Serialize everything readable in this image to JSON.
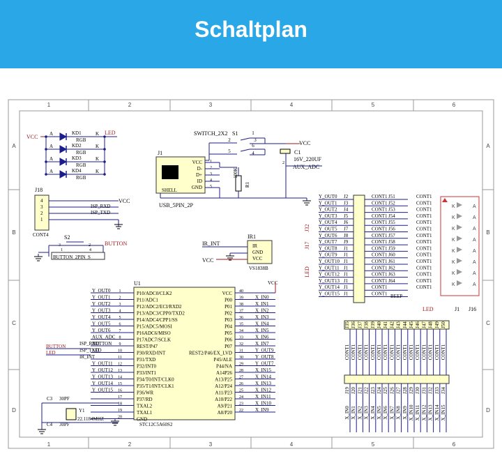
{
  "title": "Schaltplan",
  "colors": {
    "banner": "#2aa7e6",
    "wire": "#1c1c8c",
    "red": "#a21a1a",
    "border": "#999999"
  },
  "frame": {
    "cols": [
      "1",
      "2",
      "3",
      "4",
      "5",
      "6"
    ],
    "rows": [
      "A",
      "B",
      "C",
      "D"
    ]
  },
  "leds": {
    "vcc": "VCC",
    "net": "LED",
    "diodes": [
      {
        "ref": "KD1",
        "color": "RGB"
      },
      {
        "ref": "KD2",
        "color": "RGB"
      },
      {
        "ref": "KD3",
        "color": "RGB"
      },
      {
        "ref": "KD4",
        "color": "RGB"
      }
    ],
    "anode": "A",
    "cathode": "K"
  },
  "switch": {
    "name": "SWITCH_2X2",
    "ref": "S1",
    "pins": [
      "1",
      "2",
      "3",
      "4",
      "5",
      "6"
    ]
  },
  "usb": {
    "ref": "J1",
    "pins": [
      "VCC",
      "D-",
      "D+",
      "ID",
      "GND"
    ],
    "nums": [
      "1",
      "2",
      "3",
      "4",
      "5"
    ],
    "shell": "SHELL",
    "name": "USB_5PIN_2P",
    "vcc": "VCC"
  },
  "cap": {
    "ref": "C1",
    "value": "16V_220UF",
    "net": "AUX_ADC",
    "pins": [
      "1",
      "2"
    ]
  },
  "res": {
    "ref": "R1",
    "value": "100K",
    "pins": [
      "1",
      "2"
    ]
  },
  "j18": {
    "ref": "J18",
    "name": "CONT4",
    "pins": [
      "4",
      "3",
      "2",
      "1"
    ],
    "nets": [
      "VCC",
      "ISP_RXD",
      "ISP_TXD"
    ]
  },
  "button": {
    "ref": "S2",
    "name": "BUTTON_2PIN_S",
    "net": "BUTTON",
    "pins": [
      "3",
      "1",
      "2",
      "4"
    ]
  },
  "ir": {
    "ref": "IR1",
    "pins": [
      "IR",
      "GND",
      "VCC"
    ],
    "name": "VS1838B",
    "net": "IR_INT",
    "vcc": "VCC"
  },
  "mcu": {
    "ref": "U1",
    "name": "STC12C5A60S2",
    "vcc": "VCC",
    "left_nets": [
      "Y_OUT0",
      "Y_OUT1",
      "Y_OUT2",
      "Y_OUT3",
      "Y_OUT4",
      "Y_OUT5",
      "Y_OUT6",
      "AUX_ADC",
      "BUTTON",
      "LED",
      "",
      "Y_OUT11",
      "Y_OUT12",
      "Y_OUT13",
      "Y_OUT14",
      "Y_OUT15",
      "",
      "",
      ""
    ],
    "left_nets2": [
      "",
      "",
      "",
      "",
      "",
      "",
      "",
      "",
      "ISP_RXD",
      "ISP_TXD",
      "IR_INT",
      "",
      "",
      "",
      "",
      "",
      "",
      "",
      ""
    ],
    "left_nums": [
      "1",
      "2",
      "3",
      "4",
      "5",
      "6",
      "7",
      "8",
      "9",
      "10",
      "11",
      "12",
      "13",
      "14",
      "15",
      "16",
      "17",
      "18",
      "19",
      "20"
    ],
    "left_pins": [
      "P10/ADC0/CLK2",
      "P11/ADC1",
      "P12/ADC2/ECI/RXD2",
      "P13/ADC3/CPP0/TXD2",
      "P14/ADC4/CPP1/SS",
      "P15/ADC5/MOSI",
      "P16ADC6/MISO",
      "P17ADC7/SCLK",
      "REST/P47",
      "P30/RXD/INT",
      "P31/TXD",
      "P32/INT0",
      "P33/INT1",
      "P34/T0/INT/CLK0",
      "P35/T1/INT/CLK1",
      "P36/WR",
      "P37/RD",
      "TXAL2",
      "TXAL1",
      "GND"
    ],
    "right_pins": [
      "VCC",
      "P00",
      "P01",
      "P02",
      "P03",
      "P04",
      "P05",
      "P06",
      "P07",
      "REST2/P46/EX_LVD",
      "P45/ALE",
      "P44/NA",
      "A14P26",
      "A13/P25",
      "A12/P24",
      "A11/P23",
      "A10/P22",
      "A9/P21",
      "A8/P20"
    ],
    "right_nums": [
      "40",
      "39",
      "38",
      "37",
      "36",
      "35",
      "34",
      "33",
      "32",
      "31",
      "30",
      "29",
      "28",
      "27",
      "26",
      "25",
      "24",
      "23",
      "22",
      "21"
    ],
    "right_nets": [
      "X_IN0",
      "X_IN1",
      "X_IN2",
      "X_IN3",
      "X_IN4",
      "X_IN5",
      "X_IN6",
      "X_IN7",
      "Y_OUT9",
      "Y_OUT8",
      "Y_OUT7",
      "X_IN15",
      "X_IN14",
      "X_IN13",
      "X_IN12",
      "X_IN11",
      "X_IN10",
      "X_IN9",
      "X_IN8"
    ]
  },
  "crystal": {
    "ref": "Y1",
    "value": "22.1184MHZ",
    "c3": "C3",
    "c4": "C4",
    "cval": "30PF"
  },
  "yout": {
    "nets": [
      "Y_OUT0",
      "Y_OUT1",
      "Y_OUT2",
      "Y_OUT3",
      "Y_OUT4",
      "Y_OUT5",
      "Y_OUT6",
      "Y_OUT7",
      "Y_OUT8",
      "Y_OUT9",
      "Y_OUT10",
      "Y_OUT11",
      "Y_OUT12",
      "Y_OUT13",
      "Y_OUT14",
      "Y_OUT15"
    ],
    "jref": [
      "J2",
      "J3",
      "J4",
      "J5",
      "J6",
      "J7",
      "J8",
      "J9",
      "J1",
      "J1",
      "J1",
      "J1",
      "J1",
      "J1",
      "J1",
      "J1"
    ],
    "cont": [
      "CONT1",
      "CONT1",
      "CONT1",
      "CONT1",
      "CONT1",
      "CONT1",
      "CONT1",
      "CONT1",
      "CONT1",
      "CONT1",
      "CONT1",
      "CONT1",
      "CONT1",
      "CONT1",
      "CONT1",
      "CONT1"
    ],
    "jright": [
      "J51",
      "J52",
      "J53",
      "J54",
      "J55",
      "J56",
      "J57",
      "J58",
      "J59",
      "J60",
      "J61",
      "J62",
      "J63",
      "J64",
      "",
      ""
    ],
    "beep": "BEEP",
    "j17": "J17",
    "j32": "J32",
    "led": "LED"
  },
  "leftconts": [
    "CONT1",
    "CONT1",
    "CONT1",
    "CONT1",
    "CONT1",
    "CONT1",
    "CONT1",
    "CONT1",
    "CONT1",
    "CONT1",
    "CONT1",
    "CONT1",
    "CONT1",
    "CONT1"
  ],
  "ledarray": {
    "label": "LED",
    "j1": "J1",
    "j16": "J16",
    "k": "K",
    "a": "A"
  },
  "xin": {
    "nets": [
      "X_IN0",
      "X_IN1",
      "X_IN2",
      "X_IN3",
      "X_IN4",
      "X_IN5",
      "X_IN6",
      "X_IN7",
      "X_IN8",
      "X_IN9",
      "X_IN10",
      "X_IN11",
      "X_IN12",
      "X_IN13",
      "X_IN14",
      "X_IN15"
    ],
    "top": [
      "J35",
      "J36",
      "J37",
      "J38",
      "J39",
      "J40",
      "J41",
      "J42",
      "J43",
      "J44",
      "J45",
      "J46",
      "J47",
      "J48",
      "J49",
      "J50"
    ],
    "bottom": [
      "J19",
      "J20",
      "J21",
      "J22",
      "J23",
      "J24",
      "J25",
      "J26",
      "J27",
      "J28",
      "J29",
      "J30",
      "J31",
      "J32",
      "J33",
      "J34"
    ],
    "cont": "CONT1"
  }
}
